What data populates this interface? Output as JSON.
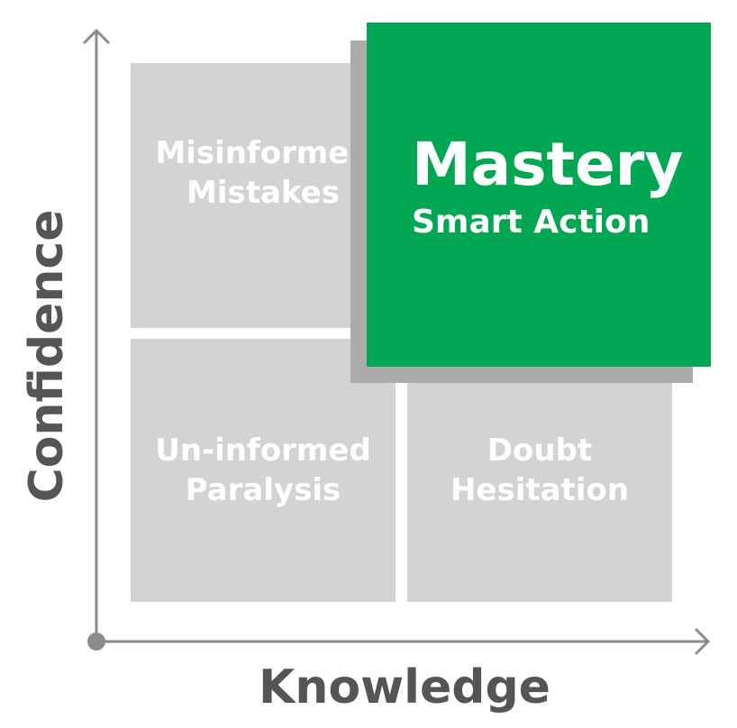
{
  "axes": {
    "x_label": "Knowledge",
    "y_label": "Confidence"
  },
  "quadrants": {
    "top_left": {
      "line1": "Misinformed",
      "line2": "Mistakes"
    },
    "bottom_left": {
      "line1": "Un-informed",
      "line2": "Paralysis"
    },
    "bottom_right": {
      "line1": "Doubt",
      "line2": "Hesitation"
    }
  },
  "highlight": {
    "title": "Mastery",
    "subtitle": "Smart Action"
  },
  "colors": {
    "highlight": "#00a651",
    "quadrant": "#d3d3d3",
    "shadow": "#ababab",
    "axis": "#8c8c8c",
    "label": "#555555",
    "quadrant_text": "#ffffff"
  }
}
